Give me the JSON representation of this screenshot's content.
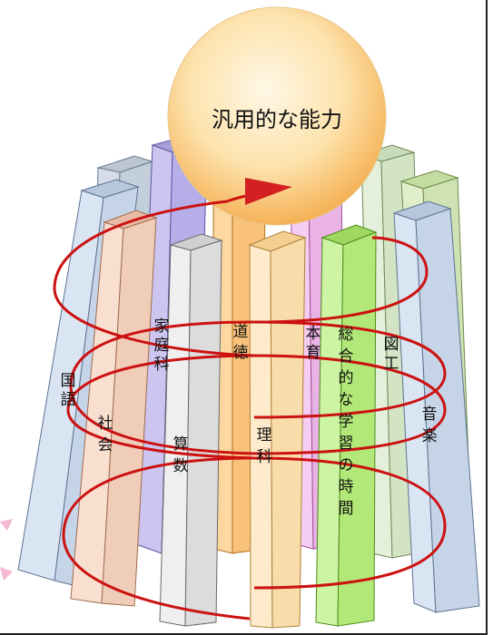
{
  "diagram": {
    "center_label": "汎用的な能力",
    "subjects": [
      {
        "id": "kokugo",
        "label": "国語"
      },
      {
        "id": "shakai",
        "label": "社会"
      },
      {
        "id": "katei",
        "label": "家庭科"
      },
      {
        "id": "sansu",
        "label": "算数"
      },
      {
        "id": "dotoku",
        "label": "道徳"
      },
      {
        "id": "rika",
        "label": "理科"
      },
      {
        "id": "taiiku",
        "label": "本育"
      },
      {
        "id": "sogo",
        "label": "総合的な学習の時間"
      },
      {
        "id": "zuko",
        "label": "図工"
      },
      {
        "id": "ongaku",
        "label": "音楽"
      }
    ],
    "colors": {
      "spiral": "#cc1111",
      "arrow": "#d42020",
      "sphere_light": "#fff6de",
      "sphere_dark": "#f6b65a",
      "kokugo": "#d6e2f2",
      "shakai": "#f6dccb",
      "katei": "#c9c3ee",
      "sansu": "#ebebeb",
      "dotoku": "#fbd6a0",
      "rika": "#fde8c6",
      "taiiku": "#f2c6ee",
      "sogo": "#c8f29a",
      "zuko": "#e2efd8",
      "ongaku": "#d6e2f2"
    }
  }
}
